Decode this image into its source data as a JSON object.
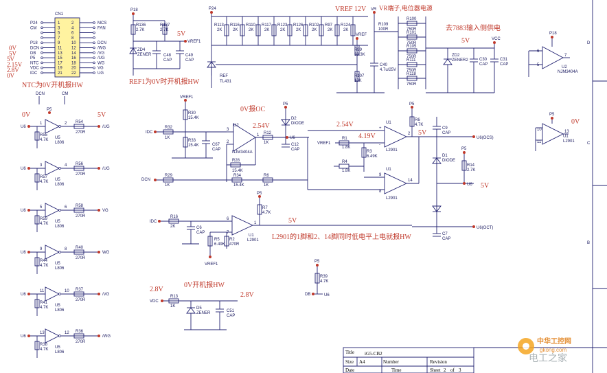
{
  "connector": {
    "ref": "CN1",
    "left_signals": [
      "P24",
      "CM",
      "",
      "",
      "P18",
      "DCN",
      "DB",
      "P5",
      "NTC",
      "VDC",
      "IDC"
    ],
    "right_signals": [
      "MCS",
      "FAN",
      "",
      "",
      "DCN",
      "/WG",
      "/VG",
      "/UG",
      "WG",
      "VG",
      "UG"
    ],
    "odd_pins": [
      "1",
      "3",
      "5",
      "7",
      "9",
      "11",
      "13",
      "15",
      "17",
      "19",
      "21"
    ],
    "even_pins": [
      "2",
      "4",
      "6",
      "8",
      "10",
      "12",
      "14",
      "16",
      "18",
      "20",
      "22"
    ]
  },
  "notes": {
    "left_voltages": [
      "0V",
      "5V",
      "5V",
      "2.15V",
      "2.8V",
      "0V"
    ],
    "ntc": "NTC为0V开机报HW",
    "ref1": "REF1为0V时开机报HW",
    "ov_oc": "0V报OC",
    "vr_pot": "VR端子,电位器电源",
    "vref12": "VREF 12V",
    "input_7883": "去7883输入侧供电",
    "l2901_note": "L2901的1脚和2、14脚同时低电平上电就报HW",
    "ov_hw": "0V开机报HW",
    "v_254a": "2.54V",
    "v_254b": "2.54V",
    "v_419": "4.19V",
    "v_5_a": "5V",
    "v_5_b": "5V",
    "v_5_c": "5V",
    "v_5_d": "5V",
    "v_5_e": "5V",
    "v_5_f": "5V",
    "v_0_a": "0V",
    "v_0_b": "0V",
    "v_28_a": "2.8V",
    "v_28_b": "2.8V"
  },
  "buffers": [
    {
      "in_pin": "1",
      "out_pin": "2",
      "res": "R54",
      "out": "/UG",
      "unit": "U6",
      "pulls": "R55"
    },
    {
      "in_pin": "3",
      "out_pin": "4",
      "res": "R56",
      "out": "/UG",
      "unit": "U6",
      "pulls": "R57"
    },
    {
      "in_pin": "5",
      "out_pin": "6",
      "res": "R58",
      "out": "VG",
      "unit": "U6",
      "pulls": "R59"
    },
    {
      "in_pin": "9",
      "out_pin": "8",
      "res": "R40",
      "out": "WG",
      "unit": "U6",
      "pulls": "R44"
    },
    {
      "in_pin": "11",
      "out_pin": "10",
      "res": "R37",
      "out": "/VG",
      "unit": "U6",
      "pulls": "R41"
    },
    {
      "in_pin": "13",
      "out_pin": "12",
      "res": "R36",
      "out": "/WG",
      "unit": "U6",
      "pulls": "R38"
    }
  ],
  "buffer_common": {
    "r_val": "270R",
    "pull_val": "4.7K",
    "chip": "U5",
    "chip_type": "L806"
  },
  "ladder": {
    "resistors": [
      "R113",
      "R116",
      "R110",
      "R117",
      "R123",
      "R126",
      "R102",
      "R97",
      "R124"
    ],
    "value": "2K"
  },
  "labels": {
    "p24": "P24",
    "p18": "P18",
    "p18b": "P18",
    "p18c": "P18",
    "p5": "P5",
    "p5b": "P5",
    "p5c": "P5",
    "p5d": "P5",
    "p5e": "P5",
    "p5f": "P5",
    "vr": "VR",
    "vref": "VREF",
    "vref1": "VREF1",
    "vref1b": "VREF1",
    "vref1c": "VREF1",
    "vref1d": "VREF1",
    "vcc": "VCC",
    "idc": "IDC",
    "dcn": "DCN",
    "idc2": "IDC",
    "db": "DB",
    "vdc": "VDC",
    "cm": "CM",
    "dcn_top": "DCN",
    "u6_oc": "U6(OCS)",
    "u6_oct": "U6(OCT)",
    "u6": "U6",
    "u6b": "U6",
    "u6c": "U6",
    "zd4": "ZD4",
    "zener": "ZENER",
    "zd2": "ZD2",
    "zener2": "ZENER2",
    "d5": "D5",
    "zener3": "ZENER",
    "ref_tl": "REF",
    "tl431": "TL431",
    "r136": "R136",
    "r137": "R137",
    "r109": "R109",
    "r100": "R100",
    "r101": "R101",
    "r105": "R105",
    "r111": "R111",
    "r118": "R118",
    "r99": "R99",
    "r107": "R107",
    "r30": "R30",
    "r32": "R32",
    "r33": "R33",
    "r12": "R12",
    "r28": "R28",
    "r29": "R29",
    "r34": "R34",
    "r6": "R6",
    "r1": "R1",
    "r3": "R3",
    "r4": "R4",
    "r14": "R14",
    "r16": "R16",
    "r7": "R7",
    "r5": "R5",
    "r2": "R2",
    "r13": "R13",
    "r39": "R39",
    "r9": "R6",
    "c48": "C48",
    "c49": "C49",
    "c40": "C40",
    "c30": "C30",
    "c31": "C31",
    "c67": "C67",
    "c12": "C12",
    "c9": "C9",
    "c7": "C7",
    "c6": "C6",
    "c51": "C51",
    "cap": "CAP",
    "d2": "D2",
    "diode": "DIODE",
    "d1": "D1",
    "d1b": "DIODE",
    "u2": "U2",
    "u2b": "U2",
    "nj": "NJM3404A",
    "nj2": "NJM3404A",
    "u1": "U1",
    "u1b": "U1",
    "u1c": "U1",
    "u1d": "U1",
    "l2901": "L2901"
  },
  "values": {
    "k27": "2.7K",
    "k27b": "2.7K",
    "k2": "2K",
    "r100": "100R",
    "r750": "750R",
    "k383": "38.3K",
    "k10": "10K",
    "k47cap": "4.7u/25V",
    "k154": "15.4K",
    "k1": "1K",
    "k18": "1.8K",
    "k649": "6.49K",
    "k47": "4.7K",
    "r470": "470R",
    "k27c": "2.7K"
  },
  "title_block": {
    "title_label": "Title",
    "title": "iG5-CB2",
    "size_label": "Size",
    "size": "A4",
    "number_label": "Number",
    "revision_label": "Revision",
    "date_label": "Date",
    "time_label": "Time",
    "sheet_label": "Sheet",
    "sheet": "2",
    "of_label": "of",
    "of": "3"
  },
  "border_letters": {
    "d": "D",
    "c": "C",
    "b": "B"
  },
  "watermark": {
    "brand": "中华工控网",
    "site": "gkong.com",
    "sub": "电工之家"
  }
}
